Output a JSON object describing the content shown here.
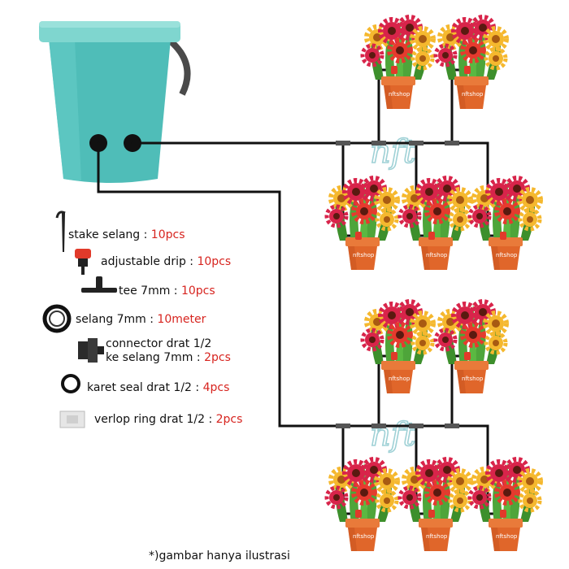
{
  "watermark": "nft",
  "pot_label": "nftshop",
  "items": [
    {
      "name": "stake selang",
      "sep": " : ",
      "qty": "10pcs"
    },
    {
      "name": "adjustable drip",
      "sep": " : ",
      "qty": "10pcs"
    },
    {
      "name": "tee 7mm",
      "sep": " : ",
      "qty": "10pcs"
    },
    {
      "name": "selang 7mm",
      "sep": " : ",
      "qty": "10meter"
    },
    {
      "name": "connector drat 1/2",
      "name2": "ke selang 7mm",
      "sep": " : ",
      "qty": "2pcs"
    },
    {
      "name": "karet seal drat 1/2",
      "sep": " : ",
      "qty": "4pcs"
    },
    {
      "name": "verlop ring drat 1/2",
      "sep": " : ",
      "qty": "2pcs"
    }
  ],
  "caption": "*)gambar hanya ilustrasi",
  "colors": {
    "bucket": "#4fbdb8",
    "bucket_rim": "#7fd6cf",
    "hose": "#111111",
    "pot": "#e0662a",
    "drip_red": "#e13a2a",
    "watermark": "#8fc9cf"
  }
}
